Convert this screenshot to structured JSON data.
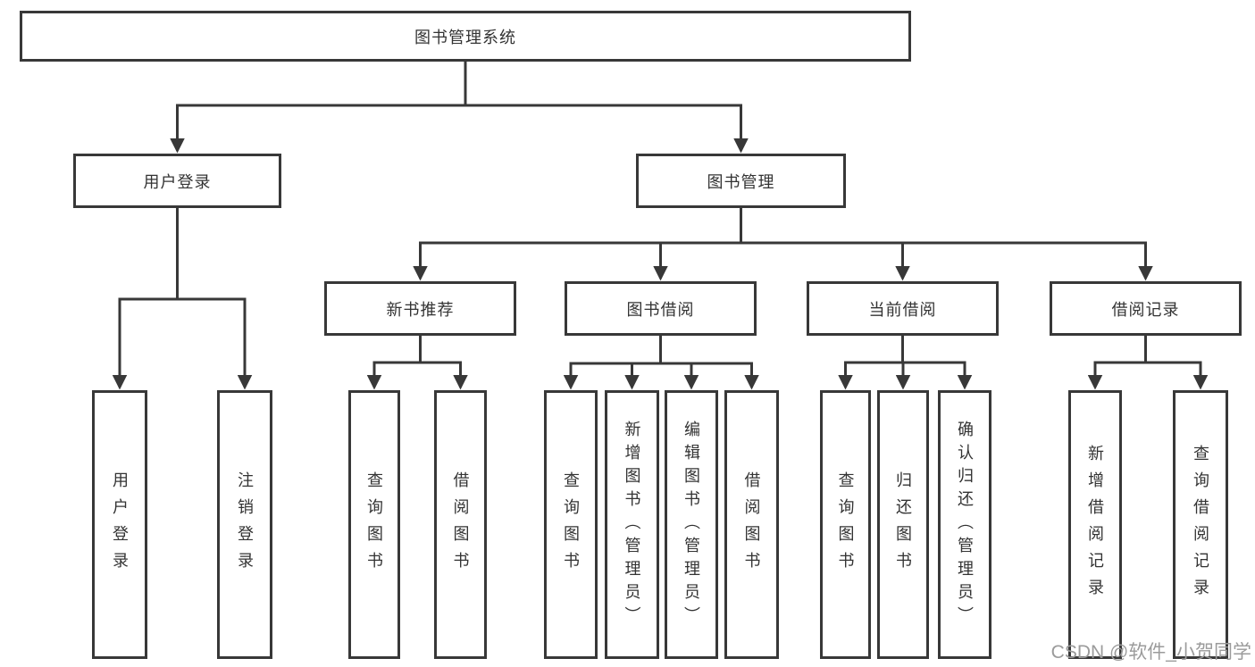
{
  "diagram_type": "hierarchy-tree",
  "colors": {
    "line": "#383838",
    "box_border": "#383838",
    "text": "#333333",
    "background": "#ffffff",
    "watermark": "#9b9b9b"
  },
  "tree": {
    "label": "图书管理系统",
    "children": [
      {
        "label": "用户登录",
        "children": [
          {
            "label": "用户登录"
          },
          {
            "label": "注销登录"
          }
        ]
      },
      {
        "label": "图书管理",
        "children": [
          {
            "label": "新书推荐",
            "children": [
              {
                "label": "查询图书"
              },
              {
                "label": "借阅图书"
              }
            ]
          },
          {
            "label": "图书借阅",
            "children": [
              {
                "label": "查询图书"
              },
              {
                "label": "新增图书（管理员）"
              },
              {
                "label": "编辑图书（管理员）"
              },
              {
                "label": "借阅图书"
              }
            ]
          },
          {
            "label": "当前借阅",
            "children": [
              {
                "label": "查询图书"
              },
              {
                "label": "归还图书"
              },
              {
                "label": "确认归还（管理员）"
              }
            ]
          },
          {
            "label": "借阅记录",
            "children": [
              {
                "label": "新增借阅记录"
              },
              {
                "label": "查询借阅记录"
              }
            ]
          }
        ]
      }
    ]
  },
  "watermark": {
    "text": "CSDN @软件_小贺同学"
  }
}
